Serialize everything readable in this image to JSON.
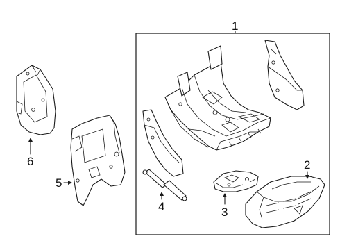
{
  "callouts": {
    "c1": "1",
    "c2": "2",
    "c3": "3",
    "c4": "4",
    "c5": "5",
    "c6": "6"
  },
  "parts": [
    {
      "callout": "1",
      "icon": "assembly-bracket-icon"
    },
    {
      "callout": "2",
      "icon": "cover-pad-icon"
    },
    {
      "callout": "3",
      "icon": "latch-icon"
    },
    {
      "callout": "4",
      "icon": "gas-strut-icon"
    },
    {
      "callout": "5",
      "icon": "side-panel-icon"
    },
    {
      "callout": "6",
      "icon": "mounting-bracket-icon"
    }
  ]
}
